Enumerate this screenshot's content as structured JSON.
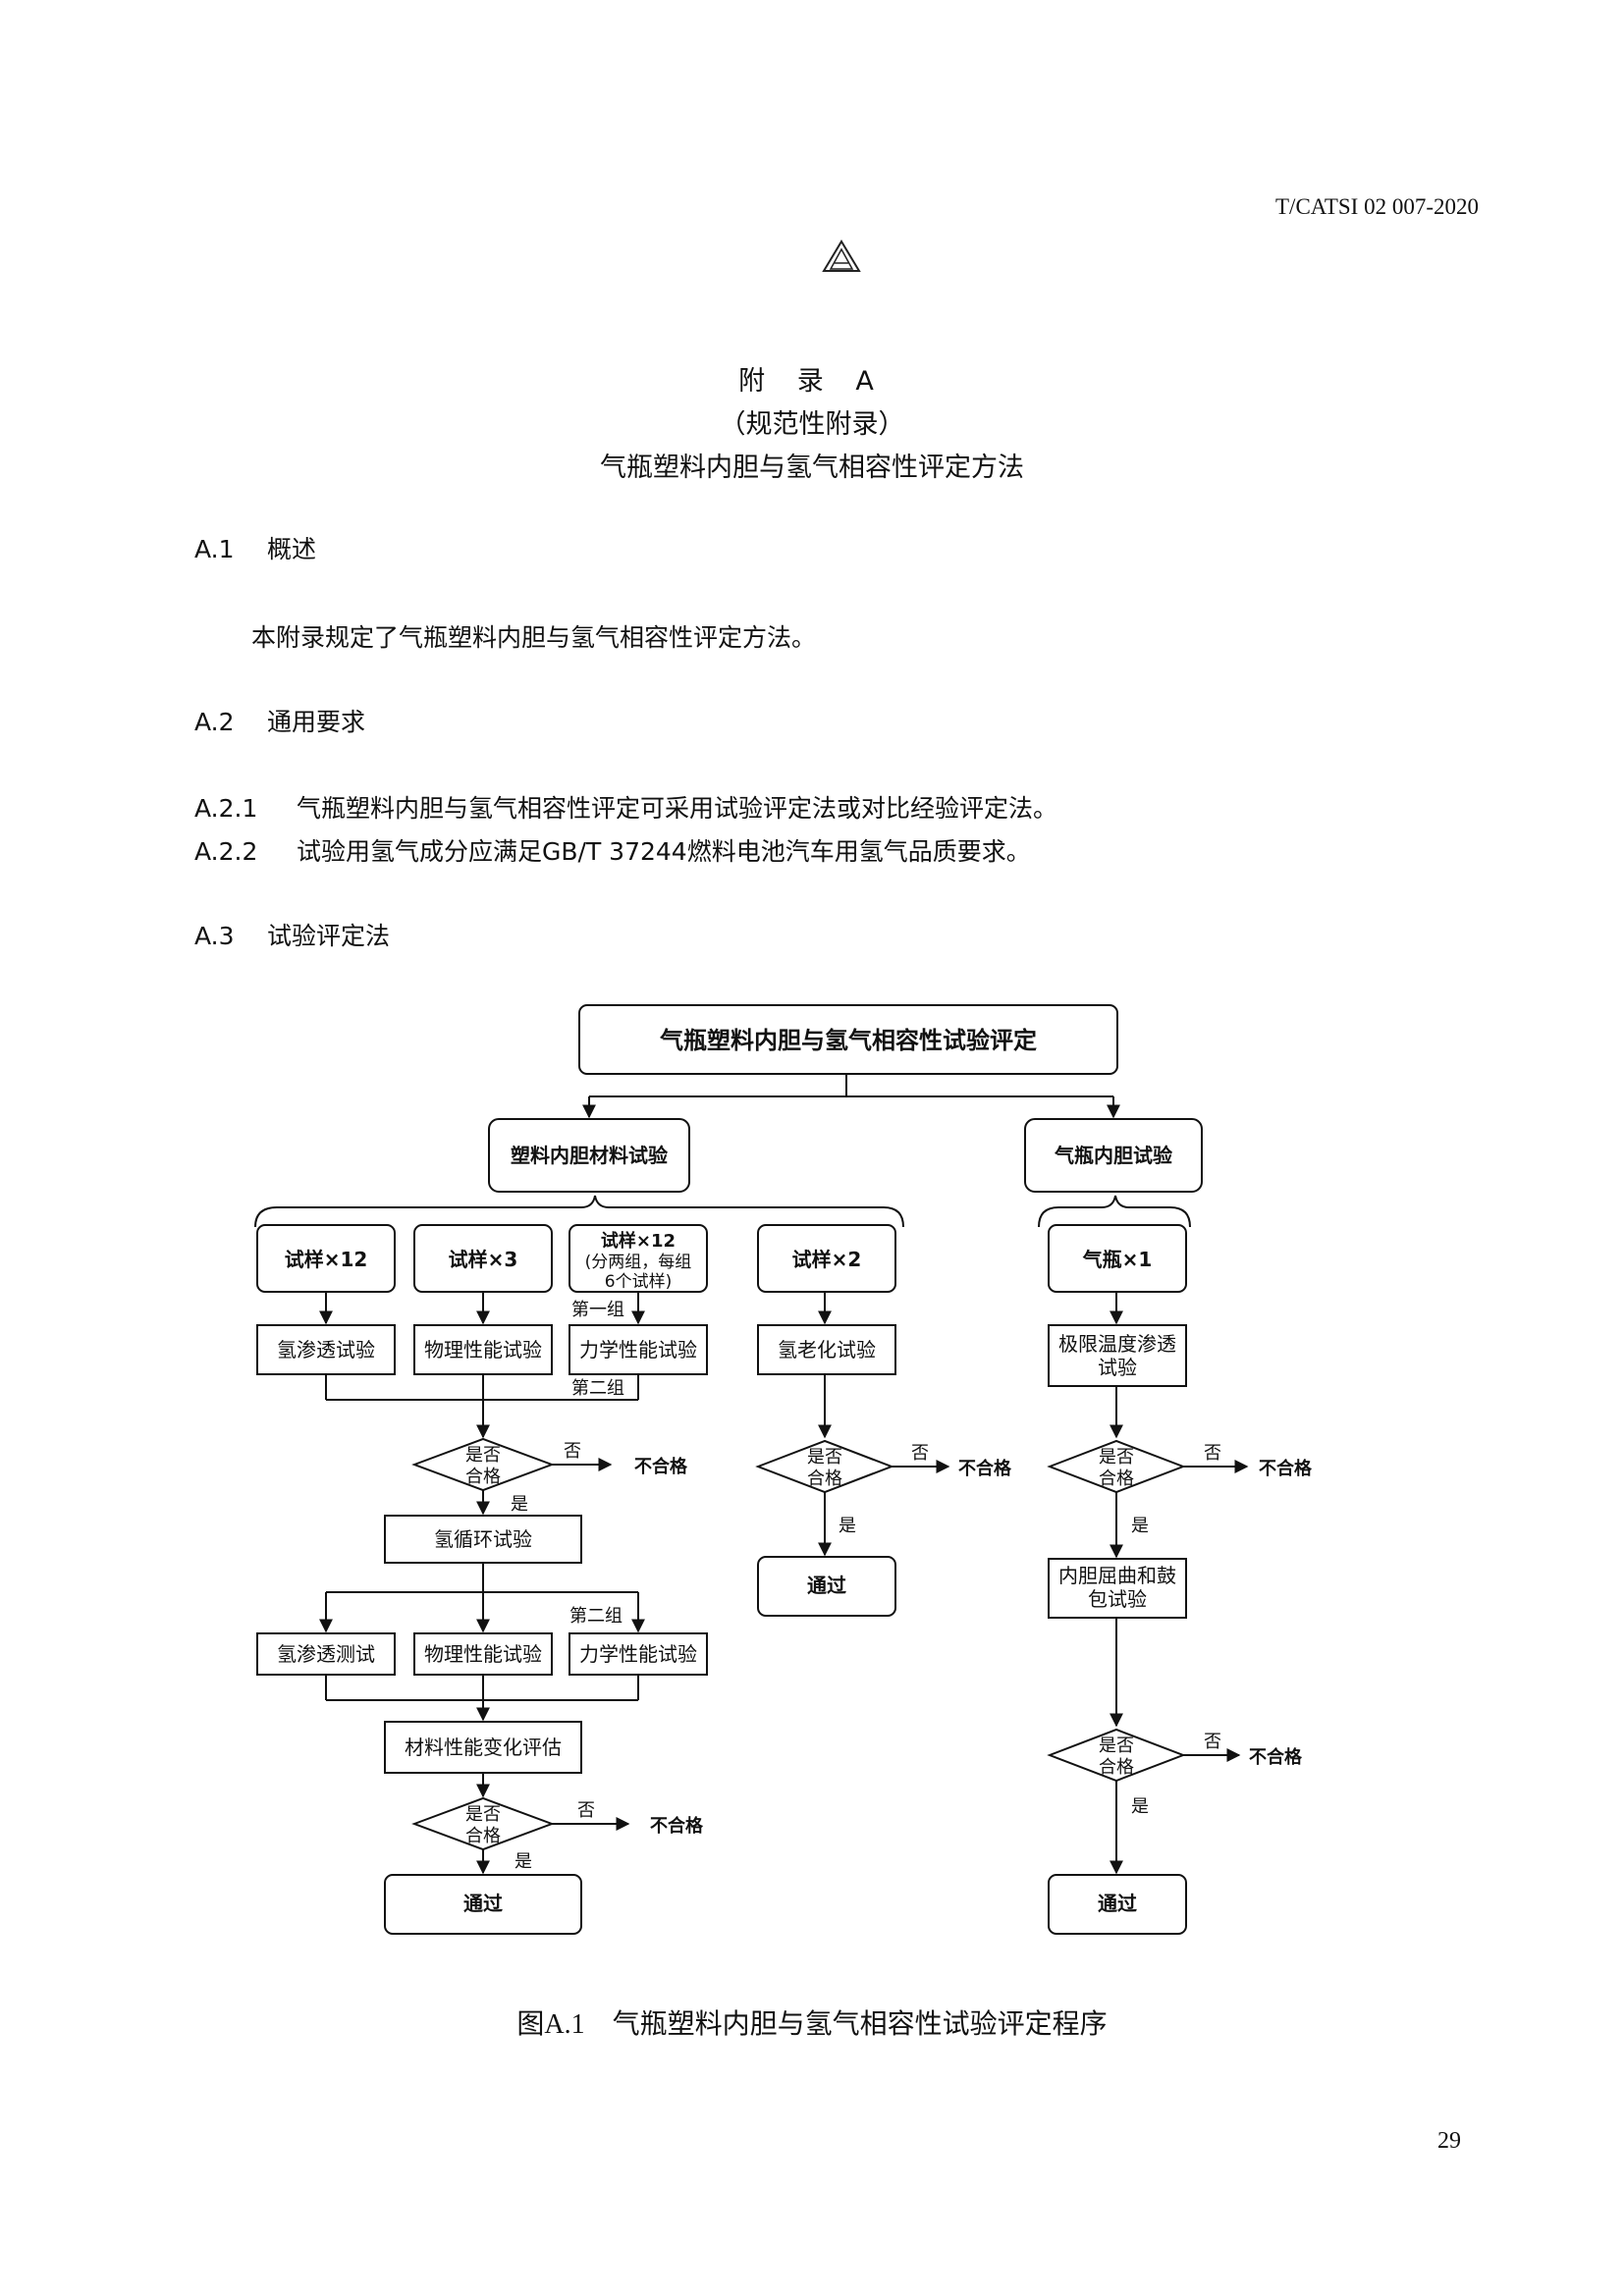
{
  "header": {
    "standard_code": "T/CATSI 02 007-2020",
    "logo_icon": "association-logo-icon"
  },
  "annex": {
    "line1": "附  录  A",
    "line2": "（规范性附录）",
    "line3": "气瓶塑料内胆与氢气相容性评定方法"
  },
  "sections": {
    "a1": {
      "num": "A.1",
      "title": "概述"
    },
    "a1_text": "本附录规定了气瓶塑料内胆与氢气相容性评定方法。",
    "a2": {
      "num": "A.2",
      "title": "通用要求"
    },
    "a21": {
      "num": "A.2.1",
      "text": "气瓶塑料内胆与氢气相容性评定可采用试验评定法或对比经验评定法。"
    },
    "a22": {
      "num": "A.2.2",
      "text": "试验用氢气成分应满足GB/T 37244燃料电池汽车用氢气品质要求。"
    },
    "a3": {
      "num": "A.3",
      "title": "试验评定法"
    }
  },
  "flowchart": {
    "root": "气瓶塑料内胆与氢气相容性试验评定",
    "left_branch": "塑料内胆材料试验",
    "right_branch": "气瓶内胆试验",
    "samples": {
      "s1": "试样×12",
      "s2": "试样×3",
      "s3_line1": "试样×12",
      "s3_line2": "(分两组，每组",
      "s3_line3": "6个试样)",
      "s4": "试样×2",
      "s5": "气瓶×1"
    },
    "tests": {
      "h_perm": "氢渗透试验",
      "phys": "物理性能试验",
      "mech": "力学性能试验",
      "aging": "氢老化试验",
      "limit_line1": "极限温度渗透",
      "limit_line2": "试验",
      "cycle": "氢循环试验",
      "h_perm_test": "氢渗透测试",
      "phys2": "物理性能试验",
      "mech2": "力学性能试验",
      "eval": "材料性能变化评估",
      "bend_line1": "内胆屈曲和鼓",
      "bend_line2": "包试验"
    },
    "group1": "第一组",
    "group2": "第二组",
    "decision_line1": "是否",
    "decision_line2": "合格",
    "yes": "是",
    "no": "否",
    "fail": "不合格",
    "pass": "通过"
  },
  "caption": {
    "num": "图A.1",
    "title": "气瓶塑料内胆与氢气相容性试验评定程序"
  },
  "page_number": "29"
}
